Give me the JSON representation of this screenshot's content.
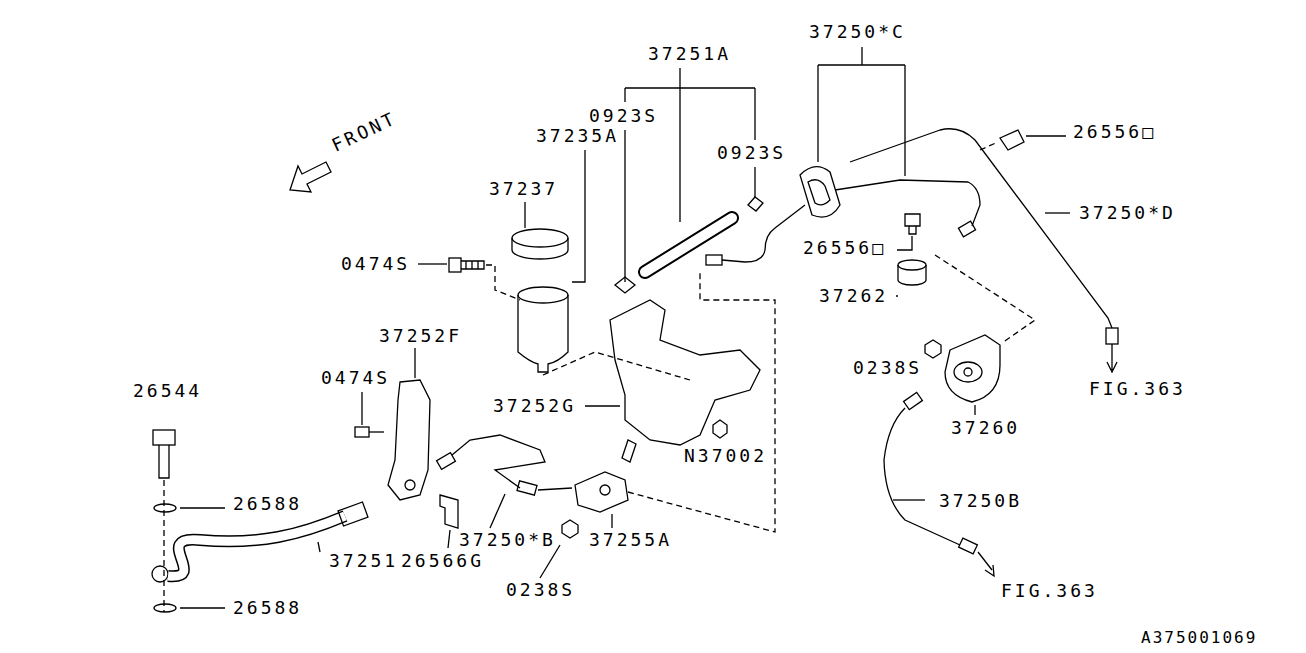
{
  "diagram": {
    "labels": [
      "FRONT",
      "37251A",
      "37250*C",
      "0923S",
      "0923S",
      "37235A",
      "26556□",
      "37237",
      "37250*D",
      "0474S",
      "26556□",
      "37262",
      "37252F",
      "0238S",
      "37252G",
      "26544",
      "0474S",
      "N37002",
      "37260",
      "FIG.363",
      "26588",
      "37250B",
      "37250*B",
      "37255A",
      "37251",
      "26566G",
      "26588",
      "0238S",
      "FIG.363",
      "A375001069"
    ]
  }
}
